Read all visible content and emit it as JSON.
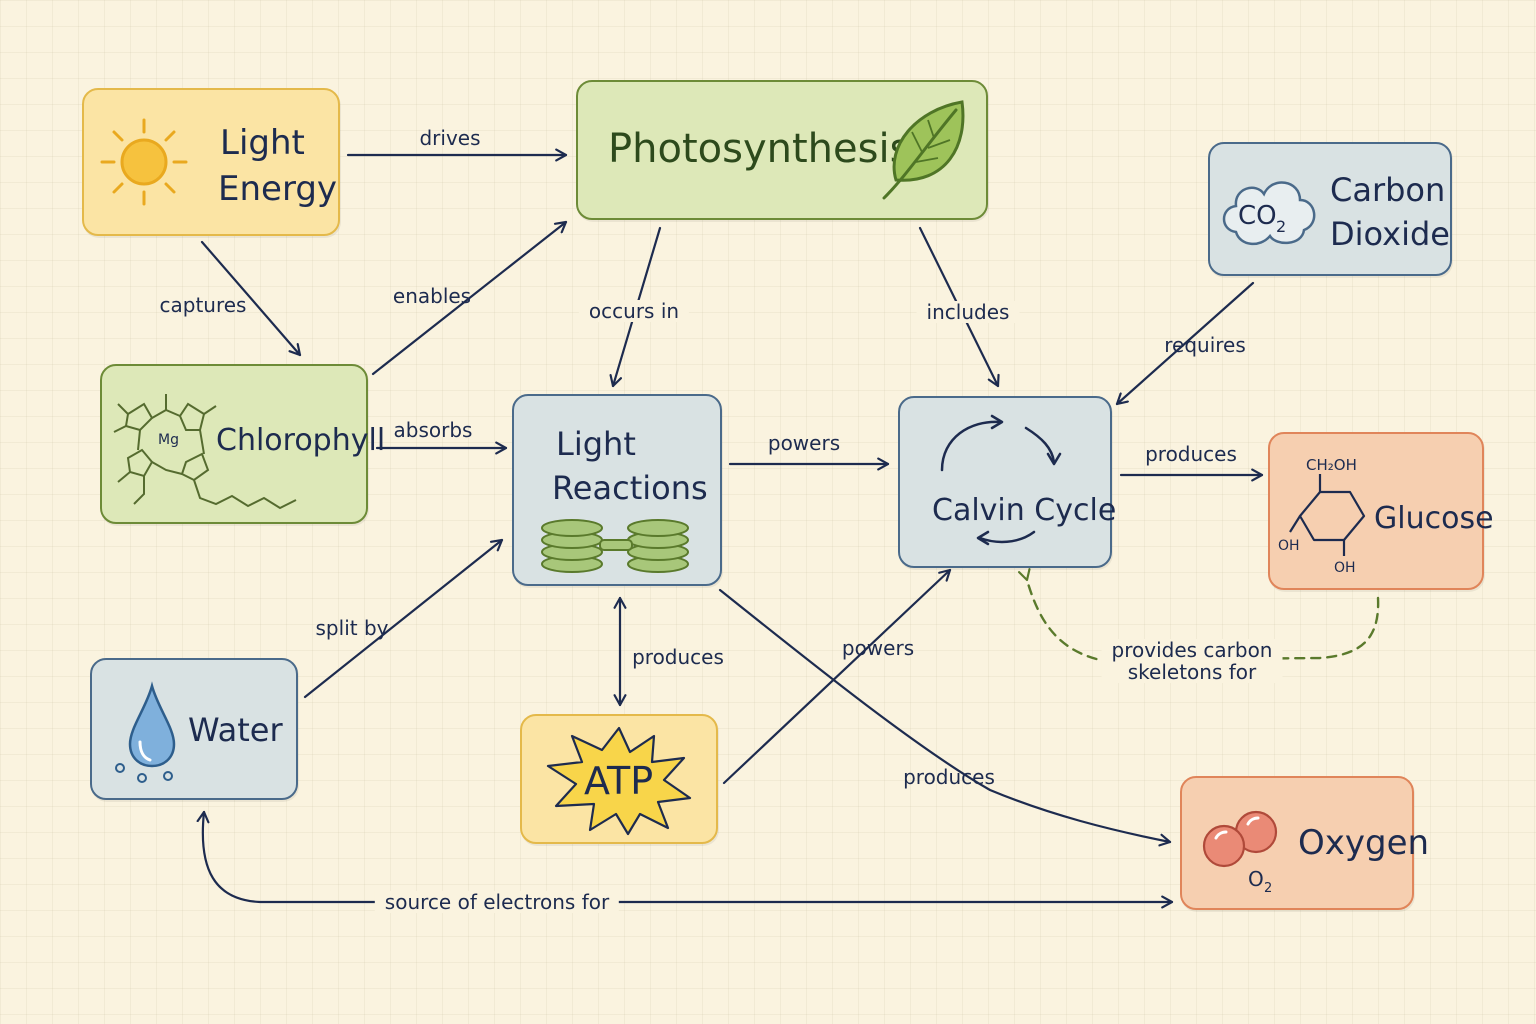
{
  "colors": {
    "ink": "#1d2b4f",
    "dashed_edge": "#5a7a2c",
    "yellow_fill": "#fbe4a4",
    "yellow_border": "#e4b94a",
    "green_fill": "#dde8b8",
    "green_border": "#6d8b37",
    "blue_fill": "#d9e2e3",
    "blue_border": "#4a6a8a",
    "orange_fill": "#f6cfb0",
    "orange_border": "#e0855a"
  },
  "nodes": {
    "light_energy": {
      "line1": "Light",
      "line2": "Energy",
      "icon": "sun-icon"
    },
    "photosynthesis": {
      "label": "Photosynthesis",
      "icon": "leaf-icon"
    },
    "carbon_dioxide": {
      "line1": "Carbon",
      "line2": "Dioxide",
      "icon": "co2-cloud-icon",
      "icon_text": "CO",
      "icon_sub": "2"
    },
    "chlorophyll": {
      "label": "Chlorophyll",
      "icon": "chlorophyll-molecule-icon",
      "icon_text": "Mg"
    },
    "light_reactions": {
      "line1": "Light",
      "line2": "Reactions",
      "icon": "thylakoid-stack-icon"
    },
    "calvin_cycle": {
      "label": "Calvin Cycle",
      "icon": "cycle-arrows-icon"
    },
    "glucose": {
      "label": "Glucose",
      "icon": "glucose-ring-icon",
      "icon_top": "CH₂OH",
      "icon_left": "OH",
      "icon_bottom": "OH"
    },
    "water": {
      "label": "Water",
      "icon": "water-drop-icon"
    },
    "atp": {
      "label": "ATP",
      "icon": "starburst-icon"
    },
    "oxygen": {
      "label": "Oxygen",
      "icon": "o2-molecule-icon",
      "icon_text": "O",
      "icon_sub": "2"
    }
  },
  "edges": {
    "drives": "drives",
    "captures": "captures",
    "enables": "enables",
    "occurs_in": "occurs in",
    "includes": "includes",
    "requires": "requires",
    "absorbs": "absorbs",
    "powers_lr_calvin": "powers",
    "produces_calvin_glucose": "produces",
    "split_by": "split by",
    "produces_lr_atp": "produces",
    "powers_atp_calvin": "powers",
    "produces_lr_oxygen": "produces",
    "provides_line1": "provides carbon",
    "provides_line2": "skeletons for",
    "source_of_electrons": "source of electrons for"
  }
}
